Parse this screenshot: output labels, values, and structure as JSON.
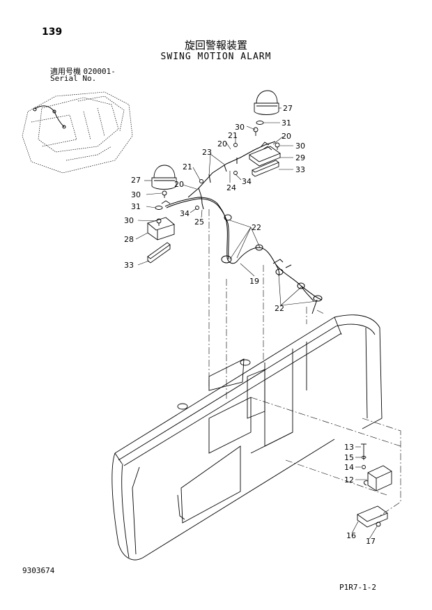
{
  "header": {
    "page_number": "139",
    "title_jp": "旋回警報装置",
    "title_en": "SWING MOTION ALARM",
    "serial_label_jp": "適用号機",
    "serial_value": "020001-",
    "serial_label_en": "Serial No."
  },
  "footer": {
    "drawing_number": "9303674",
    "page_code": "P1R7-1-2"
  },
  "callouts": {
    "c27a": "27",
    "c31a": "31",
    "c30a": "30",
    "c21a": "21",
    "c20a": "20",
    "c20b": "20",
    "c30b": "30",
    "c29": "29",
    "c33a": "33",
    "c23": "23",
    "c34a": "34",
    "c24": "24",
    "c21b": "21",
    "c27b": "27",
    "c20c": "20",
    "c30c": "30",
    "c31b": "31",
    "c34b": "34",
    "c25": "25",
    "c30d": "30",
    "c22a": "22",
    "c28": "28",
    "c19": "19",
    "c33b": "33",
    "c22b": "22",
    "c13": "13",
    "c15": "15",
    "c14": "14",
    "c12": "12",
    "c16": "16",
    "c17": "17"
  }
}
